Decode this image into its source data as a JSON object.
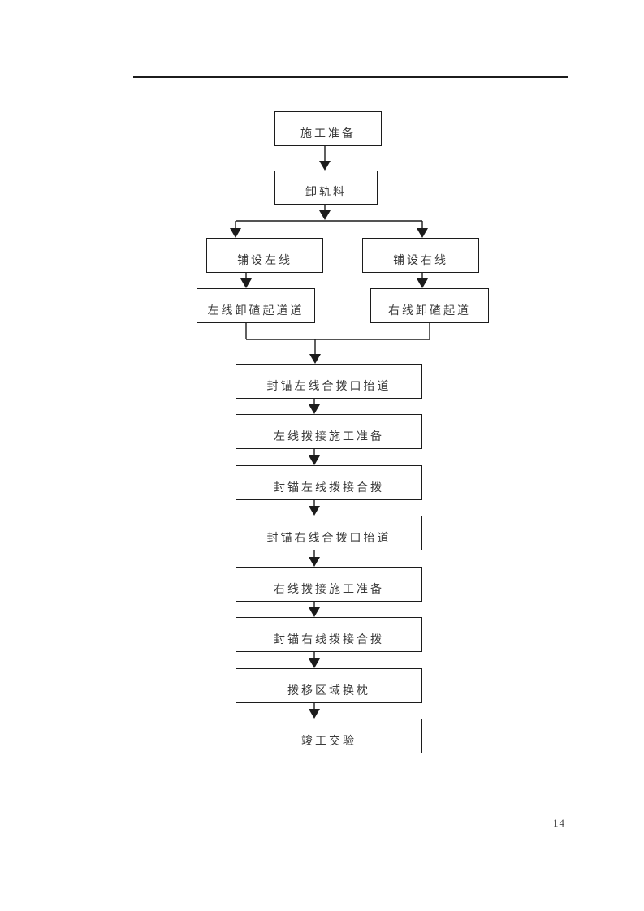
{
  "page": {
    "number": "14"
  },
  "flowchart": {
    "type": "flowchart",
    "nodes": [
      {
        "id": 1,
        "label": "施工准备"
      },
      {
        "id": 2,
        "label": "卸轨料"
      },
      {
        "id": 3,
        "label": "铺设左线"
      },
      {
        "id": 4,
        "label": "铺设右线"
      },
      {
        "id": 5,
        "label": "左线卸碴起道道"
      },
      {
        "id": 6,
        "label": "右线卸碴起道"
      },
      {
        "id": 7,
        "label": "封锚左线合拨口抬道"
      },
      {
        "id": 8,
        "label": "左线拨接施工准备"
      },
      {
        "id": 9,
        "label": "封锚左线拨接合拨"
      },
      {
        "id": 10,
        "label": "封锚右线合拨口抬道"
      },
      {
        "id": 11,
        "label": "右线拨接施工准备"
      },
      {
        "id": 12,
        "label": "封锚右线拨接合拨"
      },
      {
        "id": 13,
        "label": "拨移区域换枕"
      },
      {
        "id": 14,
        "label": "竣工交验"
      }
    ],
    "edges": [
      {
        "from": "施工准备",
        "to": "卸轨料"
      },
      {
        "from": "卸轨料",
        "to": "铺设左线"
      },
      {
        "from": "卸轨料",
        "to": "铺设右线"
      },
      {
        "from": "铺设左线",
        "to": "左线卸碴起道道"
      },
      {
        "from": "铺设右线",
        "to": "右线卸碴起道"
      },
      {
        "from": "左线卸碴起道道",
        "to": "封锚左线合拨口抬道"
      },
      {
        "from": "右线卸碴起道",
        "to": "封锚左线合拨口抬道"
      },
      {
        "from": "封锚左线合拨口抬道",
        "to": "左线拨接施工准备"
      },
      {
        "from": "左线拨接施工准备",
        "to": "封锚左线拨接合拨"
      },
      {
        "from": "封锚左线拨接合拨",
        "to": "封锚右线合拨口抬道"
      },
      {
        "from": "封锚右线合拨口抬道",
        "to": "右线拨接施工准备"
      },
      {
        "from": "右线拨接施工准备",
        "to": "封锚右线拨接合拨"
      },
      {
        "from": "封锚右线拨接合拨",
        "to": "拨移区域换枕"
      },
      {
        "from": "拨移区域换枕",
        "to": "竣工交验"
      }
    ],
    "colors": {
      "line": "#1c1c1c",
      "text": "#3a3a3a",
      "background": "#ffffff"
    }
  }
}
